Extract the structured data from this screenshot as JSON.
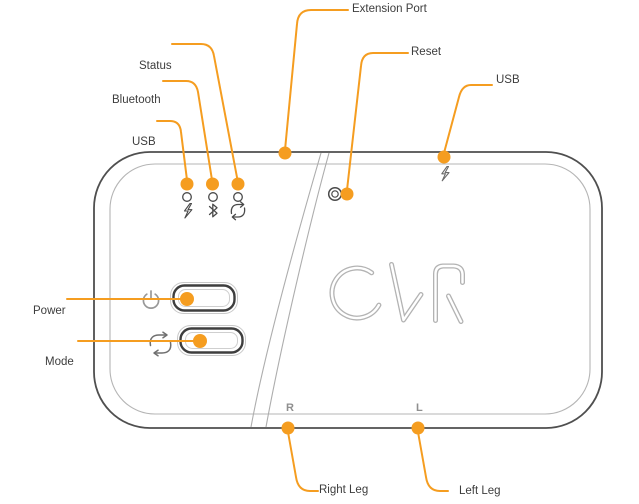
{
  "diagram": {
    "type": "device-callout-diagram",
    "device": {
      "logo_text": "OVR",
      "side_markers": {
        "right": "R",
        "left": "L"
      }
    },
    "labels": {
      "extension_port": "Extension Port",
      "reset": "Reset",
      "usb_right": "USB",
      "status": "Status",
      "bluetooth": "Bluetooth",
      "usb_left": "USB",
      "power": "Power",
      "mode": "Mode",
      "right_leg": "Right Leg",
      "left_leg": "Left Leg"
    },
    "icons": {
      "charge_led": "lightning-icon",
      "bluetooth_led": "bluetooth-icon",
      "sync_led": "sync-arrows-icon",
      "power_button": "power-standby-icon",
      "mode_button": "swap-arrows-icon",
      "reset_button": "concentric-circles-icon",
      "usb_port": "lightning-icon"
    },
    "colors": {
      "accent": "#F59D20",
      "outline_dark": "#4f4f4f",
      "outline_light": "#b5b5b5",
      "label_text": "#3d3d3d",
      "marker_text": "#8f8f8f",
      "logo_stroke": "#b3b3b3"
    }
  }
}
